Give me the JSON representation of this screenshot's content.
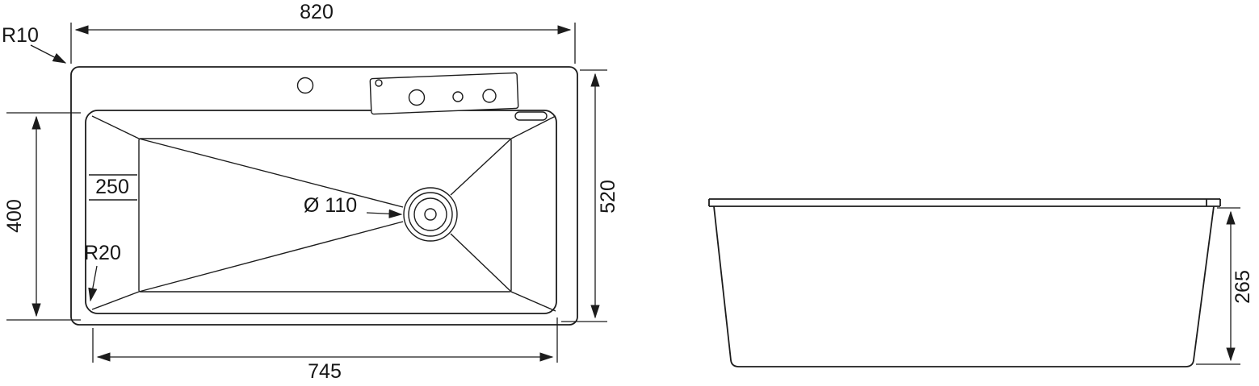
{
  "page": {
    "background_color": "#ffffff",
    "line_color": "#1c1c1c"
  },
  "views": {
    "top_view": {
      "name": "sink top view",
      "labels": {
        "overall_width": "820",
        "rim_corner_radius": "R10",
        "basin_height": "400",
        "ledge_width": "250",
        "basin_corner_radius": "R20",
        "drain_diameter": "Ø 110",
        "overall_depth": "520",
        "basin_width": "745"
      }
    },
    "side_view": {
      "name": "sink side view",
      "labels": {
        "body_height": "265"
      }
    }
  }
}
